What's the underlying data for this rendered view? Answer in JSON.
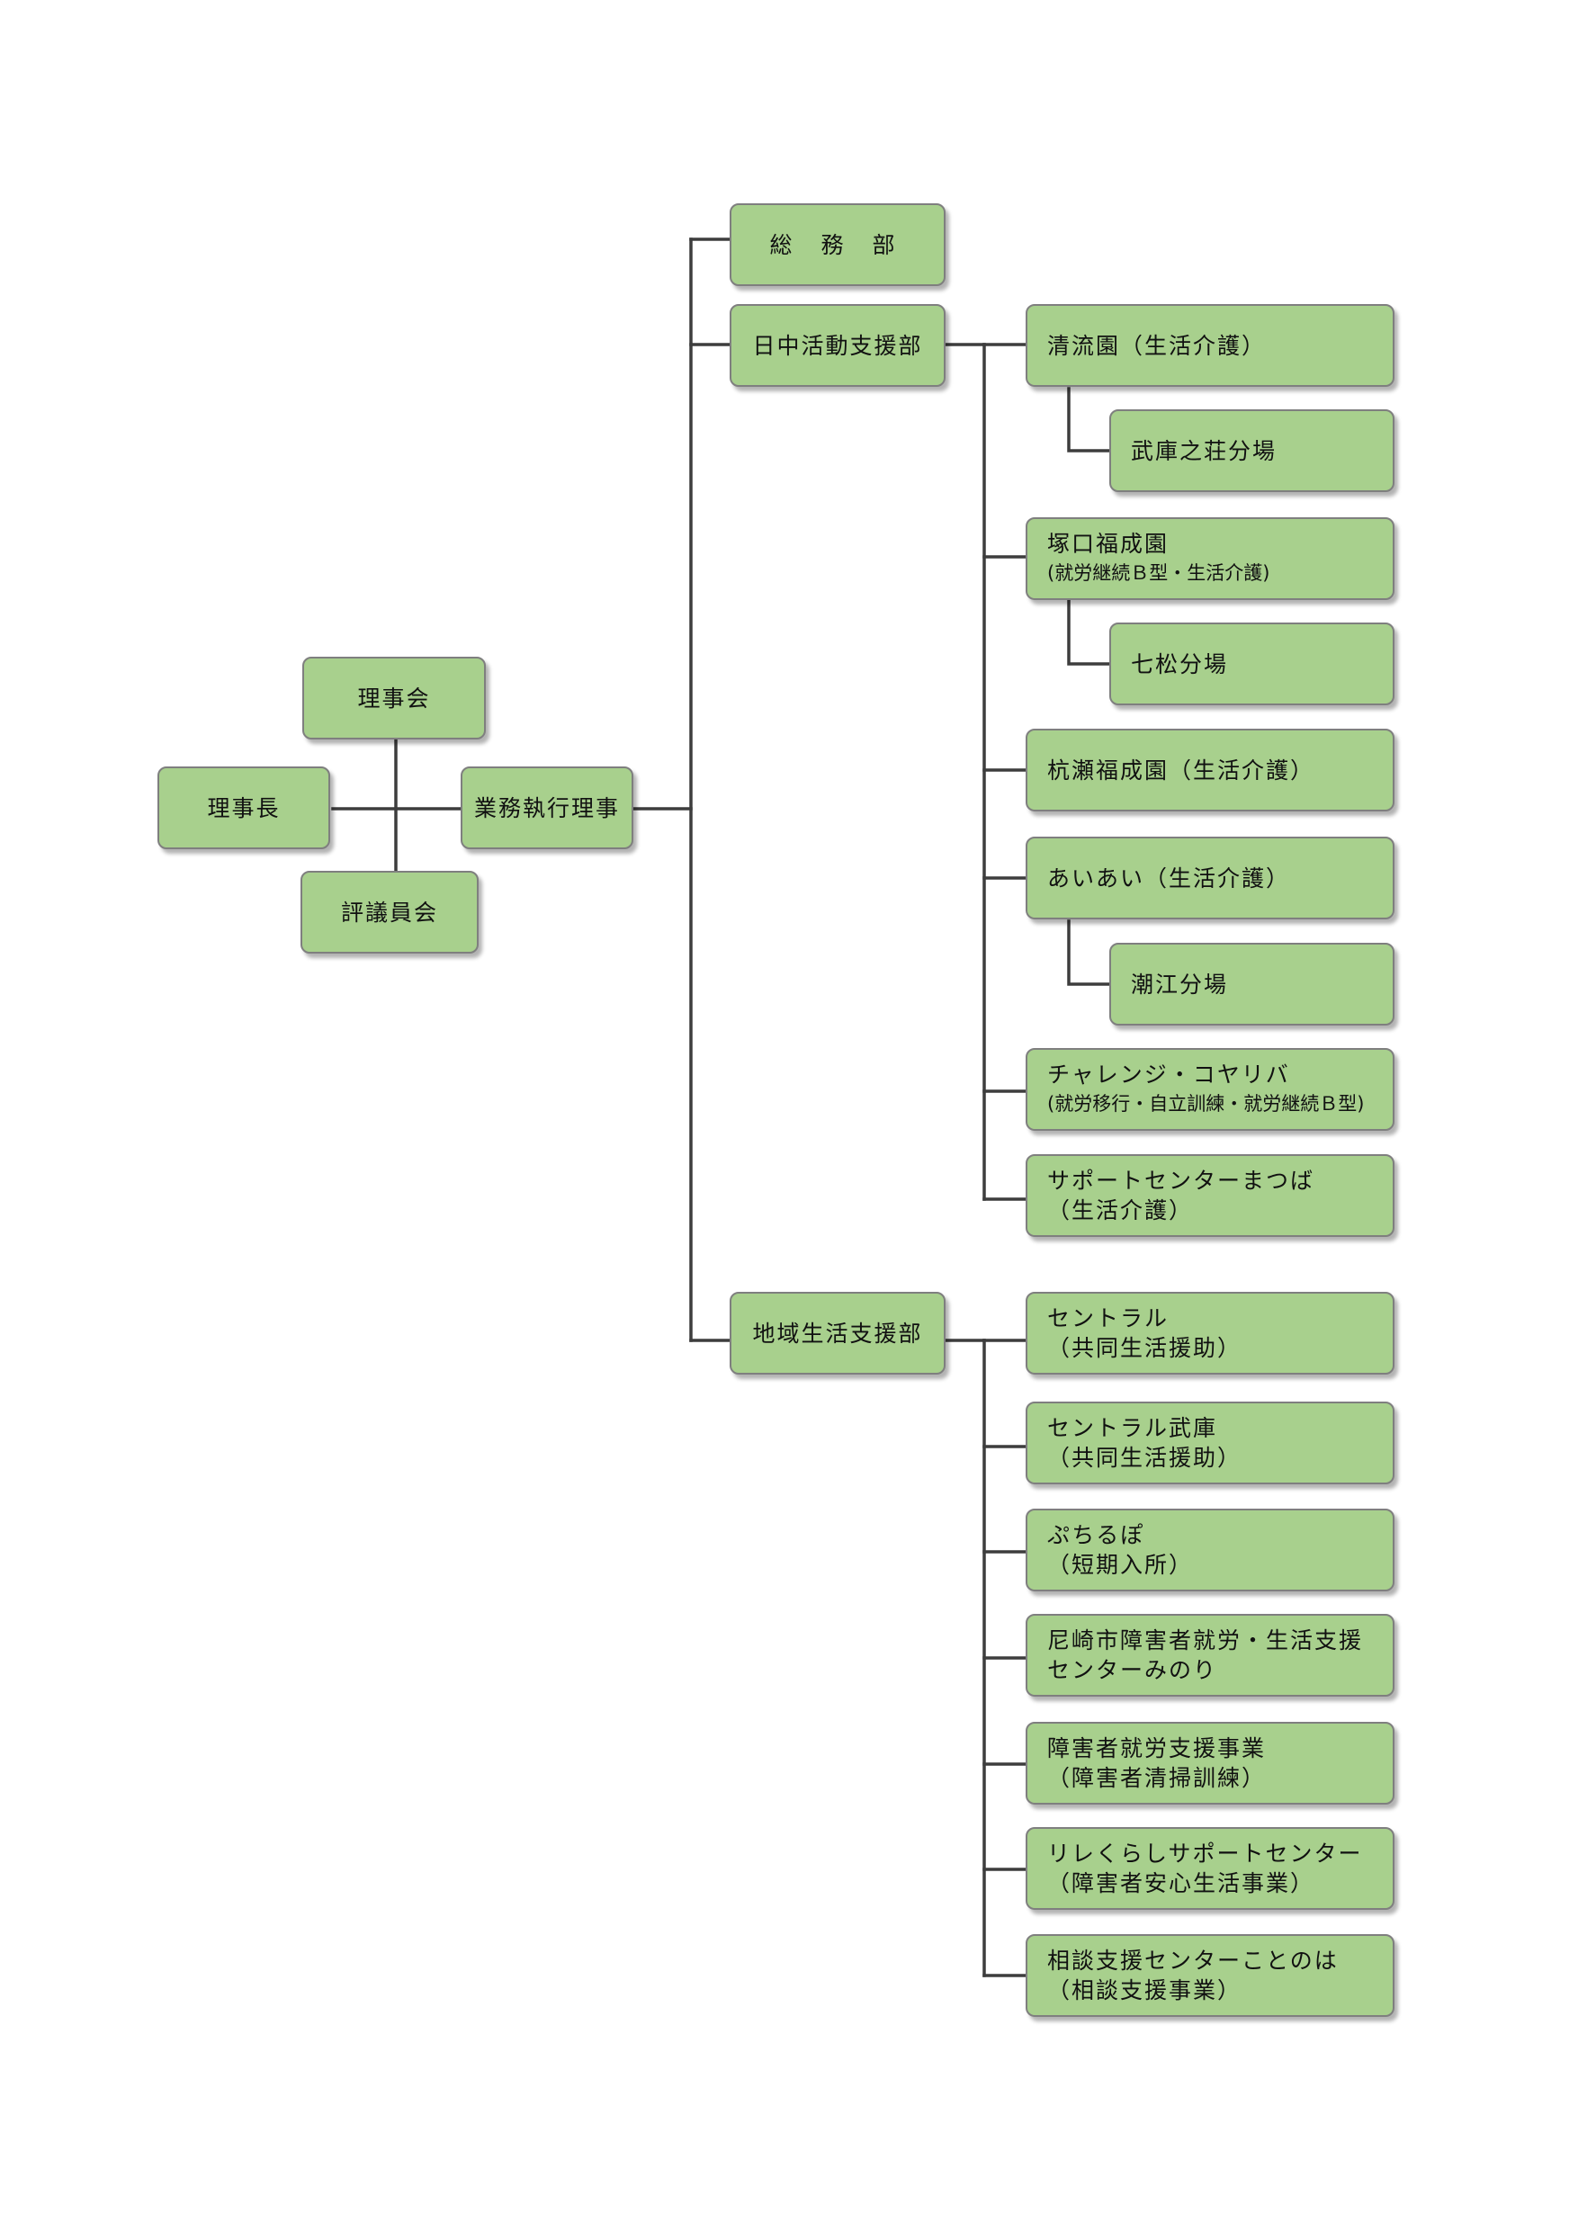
{
  "nodes": {
    "rijikai": "理事会",
    "rijicho": "理事長",
    "gyomu": "業務執行理事",
    "hyogiin": "評議員会",
    "somu": "総 務 部",
    "nitchu": "日中活動支援部",
    "chiiki": "地域生活支援部",
    "seiryuen": "清流園（生活介護）",
    "mukonoso": "武庫之荘分場",
    "tsukaguchi_1": "塚口福成園",
    "tsukaguchi_2": "(就労継続Ｂ型・生活介護)",
    "shichimatsu": "七松分場",
    "kuise": "杭瀬福成園（生活介護）",
    "aiai": "あいあい（生活介護）",
    "shioe": "潮江分場",
    "challenge_1": "チャレンジ・コヤリバ",
    "challenge_2": "(就労移行・自立訓練・就労継続Ｂ型)",
    "matsuba_1": "サポートセンターまつば",
    "matsuba_2": "（生活介護）",
    "central_1": "セントラル",
    "central_2": "（共同生活援助）",
    "centralmuko_1": "セントラル武庫",
    "centralmuko_2": "（共同生活援助）",
    "puchirupo_1": "ぷちるぽ",
    "puchirupo_2": "（短期入所）",
    "minori_1": "尼崎市障害者就労・生活支援",
    "minori_2": "センターみのり",
    "shuro_1": "障害者就労支援事業",
    "shuro_2": "（障害者清掃訓練）",
    "rire_1": "リレくらしサポートセンター",
    "rire_2": "（障害者安心生活事業）",
    "kotonoha_1": "相談支援センターことのは",
    "kotonoha_2": "（相談支援事業）"
  }
}
